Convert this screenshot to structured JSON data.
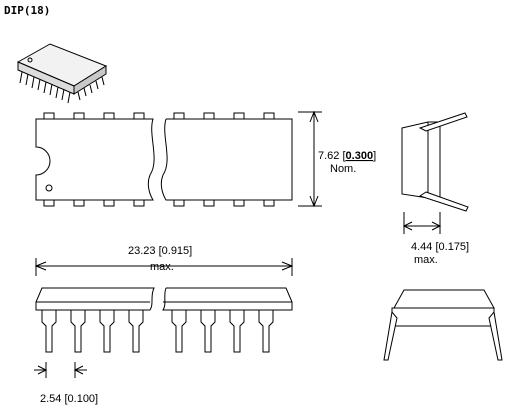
{
  "title": "DIP(18)",
  "dimensions": {
    "width_top": {
      "value": "7.62 [",
      "bold": "0.300",
      "close": "]",
      "note": "Nom."
    },
    "length": {
      "value": "23.23 [0.915]",
      "note": "max."
    },
    "height": {
      "value": "4.44 [0.175]",
      "note": "max."
    },
    "pitch": {
      "value": "2.54 [0.100]"
    }
  }
}
